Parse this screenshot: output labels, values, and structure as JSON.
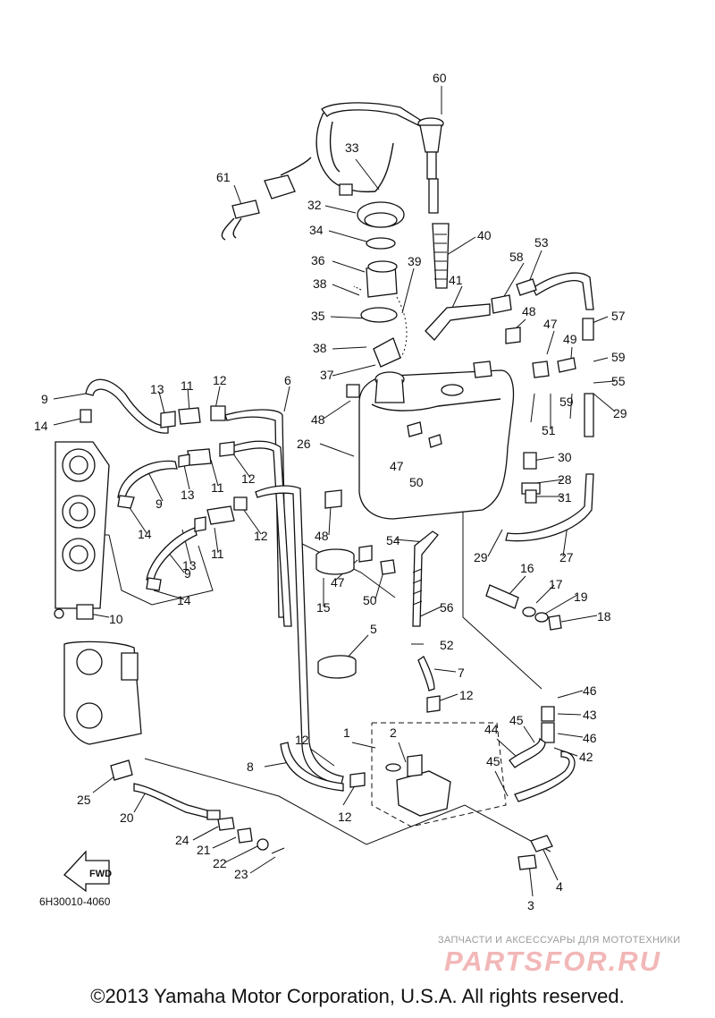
{
  "diagram": {
    "drawing_code": "6H30010-4060",
    "fwd_label": "FWD",
    "callouts": [
      "60",
      "33",
      "61",
      "32",
      "34",
      "40",
      "36",
      "39",
      "53",
      "38",
      "58",
      "41",
      "35",
      "48",
      "57",
      "47",
      "49",
      "38",
      "59",
      "37",
      "55",
      "13",
      "11",
      "12",
      "6",
      "9",
      "14",
      "59",
      "29",
      "51",
      "48",
      "26",
      "47",
      "30",
      "50",
      "13",
      "11",
      "12",
      "28",
      "9",
      "31",
      "14",
      "12",
      "48",
      "54",
      "29",
      "27",
      "13",
      "11",
      "9",
      "16",
      "17",
      "47",
      "19",
      "15",
      "14",
      "50",
      "10",
      "56",
      "18",
      "5",
      "52",
      "7",
      "46",
      "12",
      "43",
      "45",
      "44",
      "46",
      "1",
      "2",
      "42",
      "8",
      "12",
      "45",
      "25",
      "12",
      "20",
      "24",
      "21",
      "22",
      "23",
      "4",
      "3"
    ]
  },
  "watermark": {
    "tagline": "ЗАПЧАСТИ И АКСЕССУАРЫ ДЛЯ МОТОТЕХНИКИ",
    "logo": "PARTSFOR.RU"
  },
  "footer": {
    "copyright": "©2013 Yamaha Motor Corporation, U.S.A. All rights reserved."
  }
}
